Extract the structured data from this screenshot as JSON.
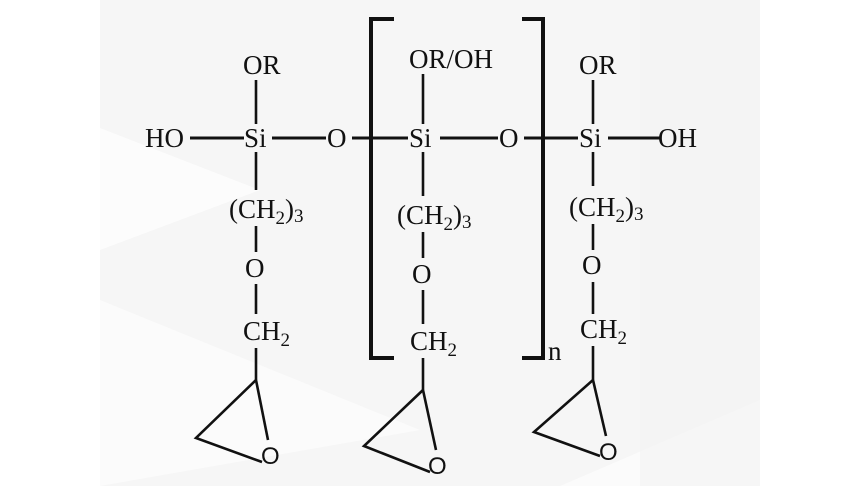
{
  "figure": {
    "type": "chemical-structure",
    "description": "Partially hydrolyzed oligomer of glycidoxypropyl silane (siloxane chain with epoxide side groups)",
    "colors": {
      "background": "#ffffff",
      "watermark": "#f4f4f4",
      "ink": "#111111"
    }
  },
  "chain": {
    "left_end": {
      "terminal": "HO",
      "atom": "Si",
      "top_group": "OR",
      "bridge": "O"
    },
    "repeat_unit": {
      "atom": "Si",
      "top_group": "OR/OH",
      "bridge": "O",
      "repeat_subscript": "n"
    },
    "right_end": {
      "atom": "Si",
      "top_group": "OR",
      "terminal": "OH"
    }
  },
  "side_chain": {
    "propyl_open": "(CH",
    "propyl_sub": "2",
    "propyl_close": ")",
    "propyl_count": "3",
    "ether_o": "O",
    "methylene": "CH",
    "methylene_sub": "2",
    "epoxide_o": "O"
  }
}
